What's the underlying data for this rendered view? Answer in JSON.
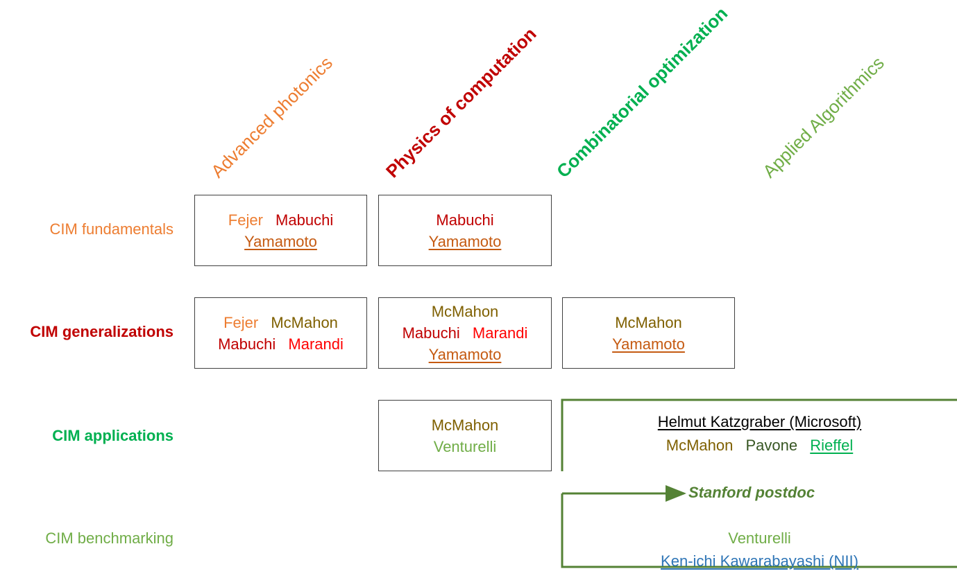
{
  "columns": [
    {
      "label": "Advanced photonics",
      "color": "#ED7D31",
      "bold": false
    },
    {
      "label": "Physics of computation",
      "color": "#C00000",
      "bold": true
    },
    {
      "label": "Combinatorial optimization",
      "color": "#00B050",
      "bold": true
    },
    {
      "label": "Applied Algorithmics",
      "color": "#70AD47",
      "bold": false
    }
  ],
  "rows": [
    {
      "label": "CIM fundamentals",
      "color": "#ED7D31",
      "bold": false
    },
    {
      "label": "CIM generalizations",
      "color": "#C00000",
      "bold": true
    },
    {
      "label": "CIM applications",
      "color": "#00B050",
      "bold": true
    },
    {
      "label": "CIM benchmarking",
      "color": "#70AD47",
      "bold": false
    }
  ],
  "colors": {
    "fejer": "#ED7D31",
    "mabuchi": "#C00000",
    "yamamoto": "#C55A11",
    "mcmahon": "#7F6000",
    "marandi": "#FF0000",
    "venturelli": "#70AD47",
    "pavone": "#375623",
    "rieffel": "#00B050",
    "katzgraber": "#000000",
    "kawarabayashi": "#2E75B6",
    "green_box": "#548235"
  },
  "cells": {
    "fund_photonics": {
      "n1": "Fejer",
      "n2": "Mabuchi",
      "n3": "Yamamoto"
    },
    "fund_physics": {
      "n1": "Mabuchi",
      "n2": "Yamamoto"
    },
    "gen_photonics": {
      "n1": "Fejer",
      "n2": "McMahon",
      "n3": "Mabuchi",
      "n4": "Marandi"
    },
    "gen_physics": {
      "n1": "McMahon",
      "n2": "Mabuchi",
      "n3": "Marandi",
      "n4": "Yamamoto"
    },
    "gen_combo": {
      "n1": "McMahon",
      "n2": "Yamamoto"
    },
    "app_physics": {
      "n1": "McMahon",
      "n2": "Venturelli"
    }
  },
  "green_group": {
    "line1": "Helmut Katzgraber (Microsoft)",
    "names": [
      "McMahon",
      "Pavone",
      "Rieffel"
    ],
    "postdoc": "Stanford postdoc",
    "bench1": "Venturelli",
    "bench2": "Ken-ichi Kawarabayashi (NII)"
  }
}
